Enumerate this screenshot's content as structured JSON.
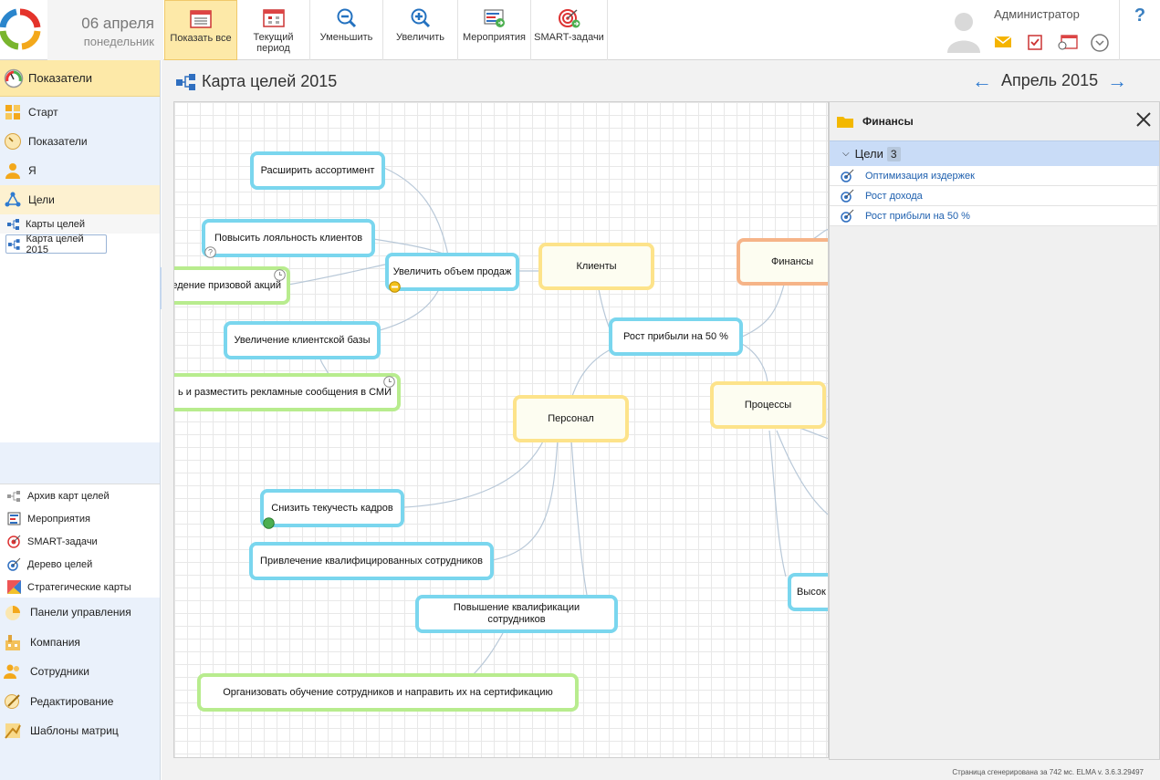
{
  "header": {
    "date": "06 апреля",
    "weekday": "понедельник",
    "toolbar": [
      {
        "label": "Показать все",
        "icon": "show-all-icon"
      },
      {
        "label": "Текущий период",
        "icon": "calendar-icon"
      },
      {
        "label": "Уменьшить",
        "icon": "zoom-out-icon"
      },
      {
        "label": "Увеличить",
        "icon": "zoom-in-icon"
      },
      {
        "label": "Мероприятия",
        "icon": "events-icon"
      },
      {
        "label": "SMART-задачи",
        "icon": "smart-target-icon"
      }
    ],
    "user_name": "Администратор",
    "help": "?"
  },
  "sidebar": {
    "section_title": "Показатели",
    "items": [
      {
        "label": "Старт",
        "icon": "start-icon"
      },
      {
        "label": "Показатели",
        "icon": "indicators-icon"
      },
      {
        "label": "Я",
        "icon": "user-icon"
      },
      {
        "label": "Цели",
        "icon": "goals-icon"
      }
    ],
    "sub_items": [
      {
        "label": "Карты целей"
      },
      {
        "label": "Карта целей 2015"
      }
    ],
    "lower_items": [
      {
        "label": "Архив карт целей",
        "icon": "archive-icon"
      },
      {
        "label": "Мероприятия",
        "icon": "events-icon"
      },
      {
        "label": "SMART-задачи",
        "icon": "smart-target-icon"
      },
      {
        "label": "Дерево целей",
        "icon": "goal-tree-icon"
      },
      {
        "label": "Стратегические карты",
        "icon": "strategy-map-icon"
      }
    ],
    "bottom_items": [
      {
        "label": "Панели управления",
        "icon": "dashboard-icon"
      },
      {
        "label": "Компания",
        "icon": "company-icon"
      },
      {
        "label": "Сотрудники",
        "icon": "employees-icon"
      },
      {
        "label": "Редактирование",
        "icon": "edit-icon"
      },
      {
        "label": "Шаблоны матриц",
        "icon": "matrix-templates-icon"
      }
    ]
  },
  "main": {
    "title": "Карта целей 2015",
    "period": "Апрель 2015",
    "map_nodes": {
      "expand_range": "Расширить ассортимент",
      "loyalty": "Повысить  лояльность клиентов",
      "promo": "едение призовой акций",
      "sales_volume": "Увеличить объем продаж",
      "client_base": "Увеличение клиентской базы",
      "ads": "ь и разместить рекламные сообщения в СМИ",
      "clients": "Клиенты",
      "finance": "Финансы",
      "profit": "Рост прибыли на 50 %",
      "processes": "Процессы",
      "staff": "Персонал",
      "turnover": "Снизить текучесть кадров",
      "qualified": "Привлечение квалифицированных сотрудников",
      "qualification_1": "Повышение квалификации",
      "qualification_2": "сотрудников",
      "training": "Организовать обучение сотрудников  и направить их на сертификацию",
      "high": "Высок"
    }
  },
  "panel": {
    "title": "Финансы",
    "section_label": "Цели",
    "section_count": "3",
    "goals": [
      "Оптимизация издержек",
      "Рост дохода",
      "Рост прибыли на 50 %"
    ]
  },
  "footer": "Страница сгенерирована за 742 мс. ELMA v. 3.6.3.29497",
  "colors": {
    "accent": "#2f7bd0",
    "goal_border": "#7ad6ee",
    "category_border": "#fde38a",
    "finance_border": "#f6b488",
    "activity_border": "#b8ec8e",
    "sidebar_bg": "#eaf1fb",
    "active_bg": "#fde9a8"
  }
}
